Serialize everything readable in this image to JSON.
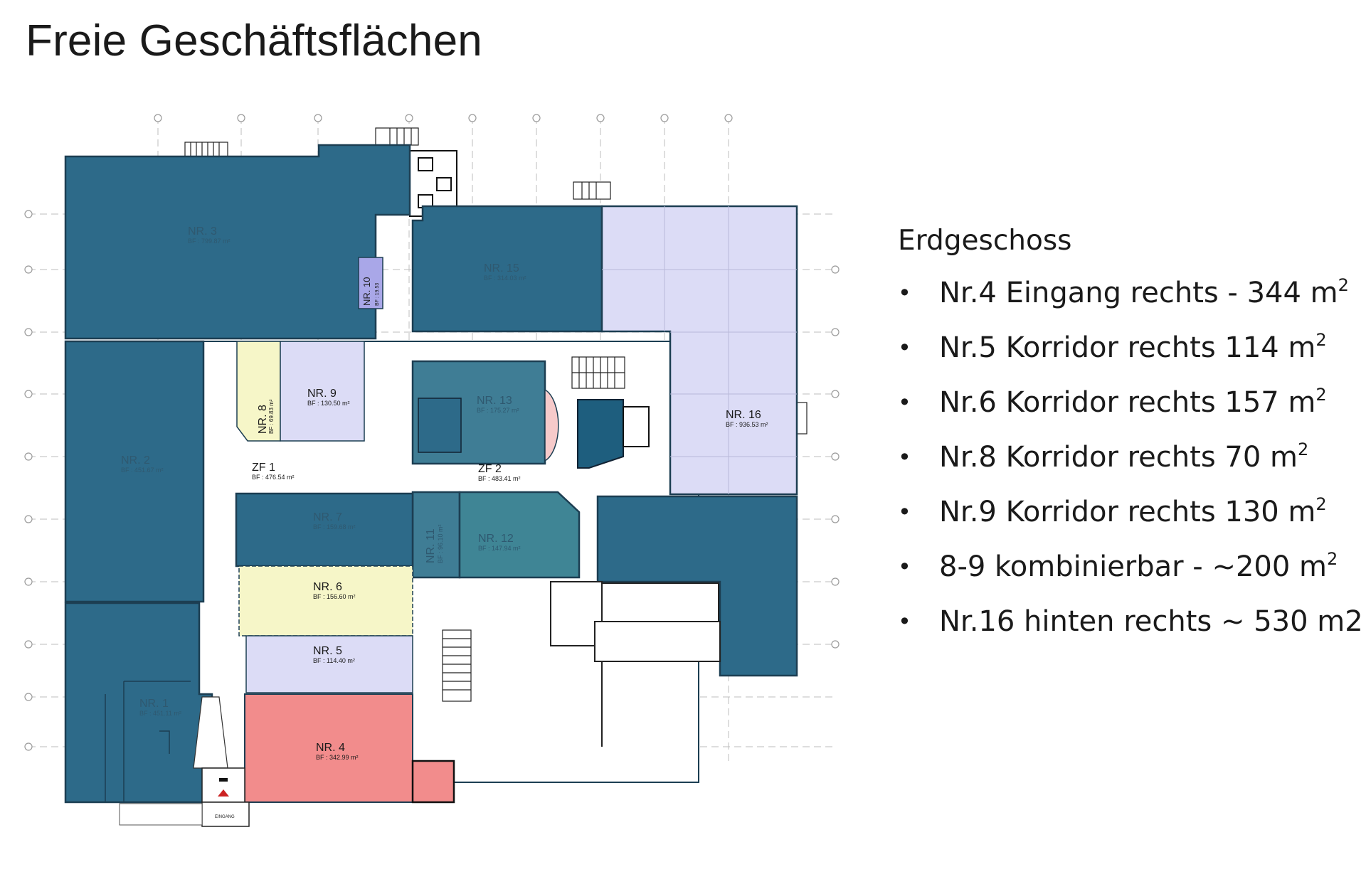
{
  "title": "Freie Geschäftsflächen",
  "legend": {
    "heading": "Erdgeschoss",
    "items": [
      {
        "text": "Nr.4 Eingang rechts - 344 m",
        "sup": "2"
      },
      {
        "text": "Nr.5 Korridor rechts 114 m",
        "sup": "2"
      },
      {
        "text": "Nr.6 Korridor rechts 157 m",
        "sup": "2"
      },
      {
        "text": "Nr.8 Korridor rechts 70 m",
        "sup": "2"
      },
      {
        "text": "Nr.9 Korridor rechts 130 m",
        "sup": "2"
      },
      {
        "text": "8-9 kombinierbar - ~200 m",
        "sup": "2"
      },
      {
        "text": "Nr.16 hinten rechts ~ 530 m2",
        "sup": ""
      }
    ]
  },
  "plan": {
    "colors": {
      "occupied": "#2d6a89",
      "free_lavender": "#dcdcf6",
      "free_yellow": "#f6f6c8",
      "free_red": "#f28c8c",
      "corridor": "#ffffff",
      "outline": "#1c3e52"
    },
    "rooms": {
      "nr1": {
        "label": "NR. 1",
        "area": "BF : 451.11 m²"
      },
      "nr2": {
        "label": "NR. 2",
        "area": "BF : 451.67 m²"
      },
      "nr3": {
        "label": "NR. 3",
        "area": "BF : 799.87 m²"
      },
      "nr4": {
        "label": "NR. 4",
        "area": "BF : 342.99 m²"
      },
      "nr5": {
        "label": "NR. 5",
        "area": "BF : 114.40 m²"
      },
      "nr6": {
        "label": "NR. 6",
        "area": "BF : 156.60 m²"
      },
      "nr7": {
        "label": "NR. 7",
        "area": "BF : 159.68 m²"
      },
      "nr8": {
        "label": "NR. 8",
        "area": "BF : 69.83 m²"
      },
      "nr9": {
        "label": "NR. 9",
        "area": "BF : 130.50 m²"
      },
      "nr10": {
        "label": "NR. 10",
        "area": "BF : 19.53"
      },
      "nr11": {
        "label": "NR. 11",
        "area": "BF : 96.10 m²"
      },
      "nr12": {
        "label": "NR. 12",
        "area": "BF : 147.94 m²"
      },
      "nr13": {
        "label": "NR. 13",
        "area": "BF : 175.27 m²"
      },
      "nr15": {
        "label": "NR. 15",
        "area": "BF : 314.03 m²"
      },
      "nr16": {
        "label": "NR. 16",
        "area": "BF : 936.53 m²"
      },
      "zf1": {
        "label": "ZF 1",
        "area": "BF : 476.54 m²"
      },
      "zf2": {
        "label": "ZF 2",
        "area": "BF : 483.41 m²"
      }
    },
    "entrance_label": "EINGANG"
  }
}
